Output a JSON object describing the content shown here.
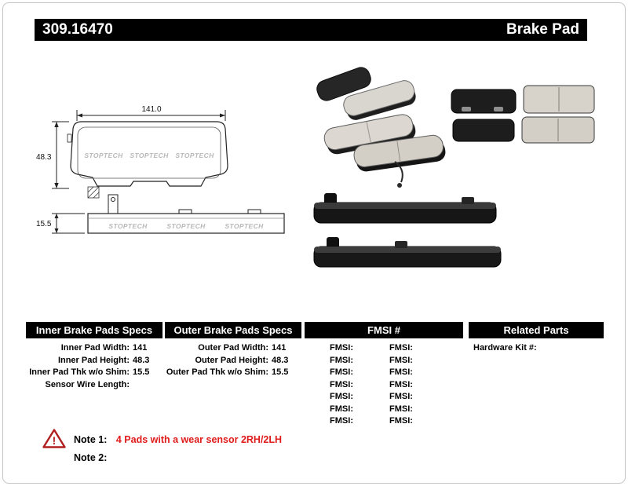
{
  "header": {
    "part_number": "309.16470",
    "product_type": "Brake Pad"
  },
  "diagram": {
    "width_mm": "141.0",
    "height_mm": "48.3",
    "thickness_mm": "15.5",
    "brand": "STOPTECH"
  },
  "tables": {
    "inner": {
      "title": "Inner Brake Pads Specs",
      "rows": [
        {
          "label": "Inner Pad Width:",
          "value": "141"
        },
        {
          "label": "Inner Pad Height:",
          "value": "48.3"
        },
        {
          "label": "Inner Pad Thk w/o Shim:",
          "value": "15.5"
        },
        {
          "label": "Sensor Wire Length:",
          "value": ""
        }
      ]
    },
    "outer": {
      "title": "Outer Brake Pads Specs",
      "rows": [
        {
          "label": "Outer Pad Width:",
          "value": "141"
        },
        {
          "label": "Outer Pad Height:",
          "value": "48.3"
        },
        {
          "label": "Outer Pad Thk w/o Shim:",
          "value": "15.5"
        }
      ]
    },
    "fmsi": {
      "title": "FMSI #",
      "rows": [
        {
          "left": "FMSI:",
          "right": "FMSI:"
        },
        {
          "left": "FMSI:",
          "right": "FMSI:"
        },
        {
          "left": "FMSI:",
          "right": "FMSI:"
        },
        {
          "left": "FMSI:",
          "right": "FMSI:"
        },
        {
          "left": "FMSI:",
          "right": "FMSI:"
        },
        {
          "left": "FMSI:",
          "right": "FMSI:"
        },
        {
          "left": "FMSI:",
          "right": "FMSI:"
        }
      ]
    },
    "related": {
      "title": "Related Parts",
      "rows": [
        {
          "label": "Hardware Kit #:",
          "value": ""
        }
      ]
    }
  },
  "notes": {
    "note1_label": "Note 1:",
    "note1_text": "4 Pads with a wear sensor 2RH/2LH",
    "note2_label": "Note 2:",
    "note2_text": ""
  },
  "colors": {
    "header_bg": "#000000",
    "header_text": "#ffffff",
    "accent_red": "#e01b1b"
  }
}
